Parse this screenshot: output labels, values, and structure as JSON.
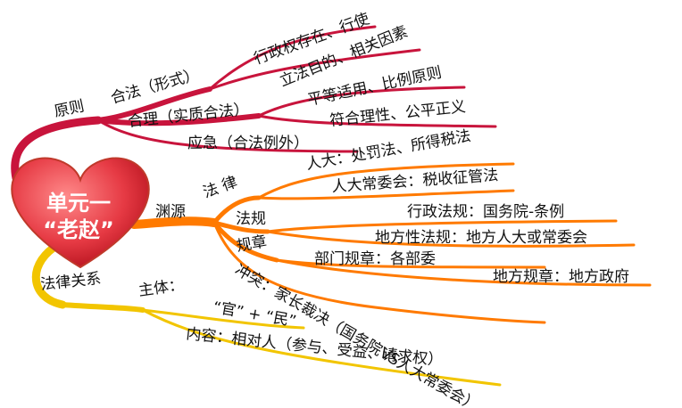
{
  "center": {
    "line1": "单元一",
    "line2": "“老赵”"
  },
  "colors": {
    "crimson": "#c8143c",
    "orange": "#ff7a00",
    "yellow": "#f2c500",
    "heart": "#e63a44"
  },
  "branches": {
    "principle": {
      "label": "原则",
      "legal_form": "合法（形式）",
      "legal_items": [
        "行政权存在、行使",
        "立法目的、相关因素"
      ],
      "reasonable": "合理（实质合法）",
      "reasonable_items": [
        "平等适用、比例原则",
        "符合理性、公平正义"
      ],
      "emergency": "应急（合法例外）"
    },
    "source": {
      "label": "渊源",
      "law": "法 律",
      "law_items": [
        "人大：处罚法、所得税法",
        "人大常委会：税收征管法"
      ],
      "regulation": "法规",
      "regulation_items": [
        "行政法规：国务院-条例",
        "地方性法规：地方人大或常委会"
      ],
      "rules": "规章",
      "rules_items": [
        "部门规章：各部委",
        "地方规章：地方政府"
      ],
      "conflict": "冲突：家长裁决（国务院VS人大常委会）"
    },
    "relation": {
      "label": "法律关系",
      "subject": "主体：",
      "subject_value": "“官” + “民”",
      "content": "内容：相对人（参与、受益、请求权）"
    }
  }
}
